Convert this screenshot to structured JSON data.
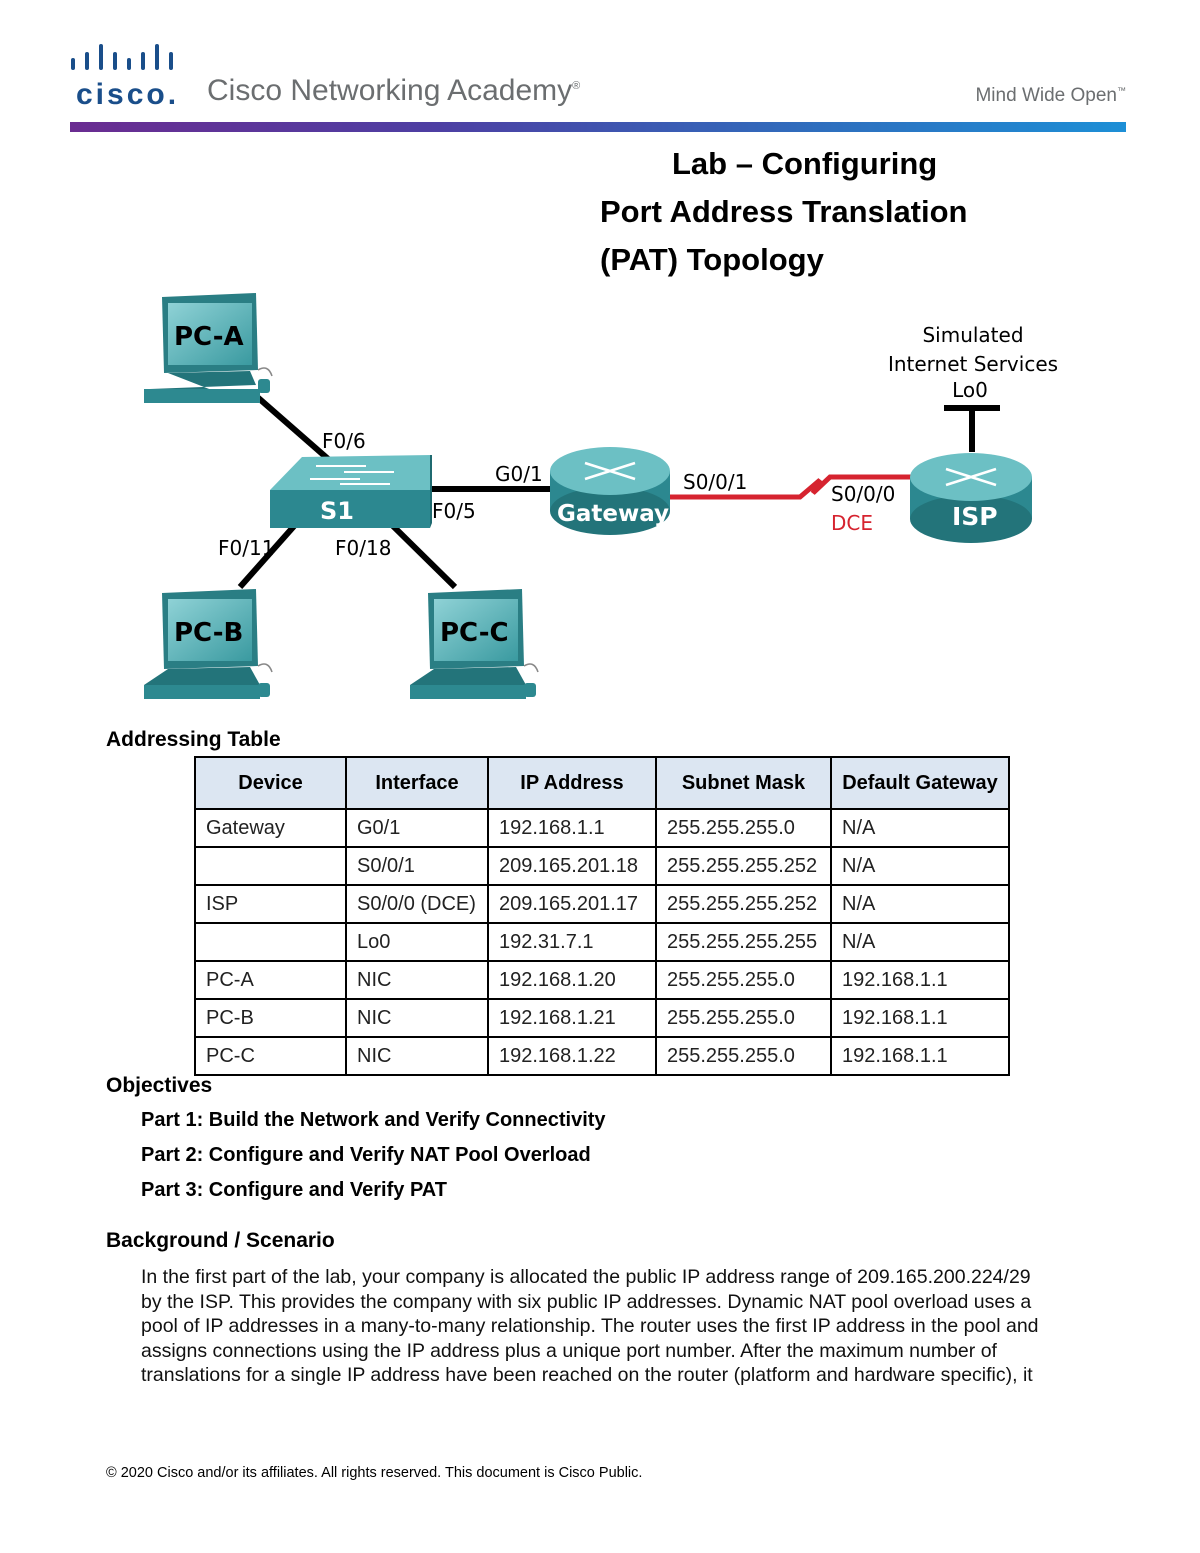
{
  "header": {
    "brand_word": "cisco.",
    "academy": "Cisco Networking Academy",
    "registered_mark": "®",
    "tagline": "Mind Wide Open",
    "tagline_mark": "™",
    "brand_colors": {
      "logo_blue": "#1a4e8a",
      "gray": "#6b6e70",
      "rule_start": "#6a2c91",
      "rule_end": "#1d8fd6"
    }
  },
  "title": {
    "line1": "Lab – Configuring",
    "line2": "Port Address Translation",
    "line3": "(PAT)  Topology"
  },
  "topology": {
    "devices": {
      "pca": "PC-A",
      "pcb": "PC-B",
      "pcc": "PC-C",
      "switch": "S1",
      "gateway": "Gateway",
      "isp": "ISP"
    },
    "ports": {
      "s1_f06": "F0/6",
      "s1_f05": "F0/5",
      "s1_f011": "F0/11",
      "s1_f018": "F0/18",
      "gw_g01": "G0/1",
      "gw_s001": "S0/0/1",
      "isp_s000": "S0/0/0",
      "isp_dce": "DCE"
    },
    "internet": {
      "line1": "Simulated",
      "line2": "Internet Services",
      "line3": "Lo0"
    },
    "colors": {
      "device_teal": "#2f8f96",
      "serial_link": "#d6232f",
      "ethernet_link": "#000000"
    }
  },
  "addressing": {
    "heading": "Addressing Table",
    "columns": [
      "Device",
      "Interface",
      "IP Address",
      "Subnet Mask",
      "Default Gateway"
    ],
    "rows": [
      [
        "Gateway",
        "G0/1",
        "192.168.1.1",
        "255.255.255.0",
        "N/A"
      ],
      [
        "",
        "S0/0/1",
        "209.165.201.18",
        "255.255.255.252",
        "N/A"
      ],
      [
        "ISP",
        "S0/0/0 (DCE)",
        "209.165.201.17",
        "255.255.255.252",
        "N/A"
      ],
      [
        "",
        "Lo0",
        "192.31.7.1",
        "255.255.255.255",
        "N/A"
      ],
      [
        "PC-A",
        "NIC",
        "192.168.1.20",
        "255.255.255.0",
        "192.168.1.1"
      ],
      [
        "PC-B",
        "NIC",
        "192.168.1.21",
        "255.255.255.0",
        "192.168.1.1"
      ],
      [
        "PC-C",
        "NIC",
        "192.168.1.22",
        "255.255.255.0",
        "192.168.1.1"
      ]
    ]
  },
  "objectives": {
    "heading": "Objectives",
    "items": [
      "Part 1: Build the Network and Verify Connectivity",
      "Part 2: Configure and Verify NAT Pool Overload",
      "Part 3: Configure and Verify PAT"
    ]
  },
  "background": {
    "heading": "Background / Scenario",
    "lines": [
      "In the first part of the lab, your company is allocated the public IP address range of 209.165.200.224/29",
      "by the ISP. This provides the company with six public IP addresses. Dynamic NAT pool overload uses a",
      "pool of IP addresses in a many-to-many relationship. The router uses the first IP address in the pool and",
      "assigns connections using the IP address plus a unique port number. After the maximum number of",
      "translations for a single IP address have been reached on the router (platform and hardware specific), it"
    ]
  },
  "footer": {
    "text": "© 2020 Cisco and/or its affiliates. All rights reserved. This document is Cisco Public."
  }
}
